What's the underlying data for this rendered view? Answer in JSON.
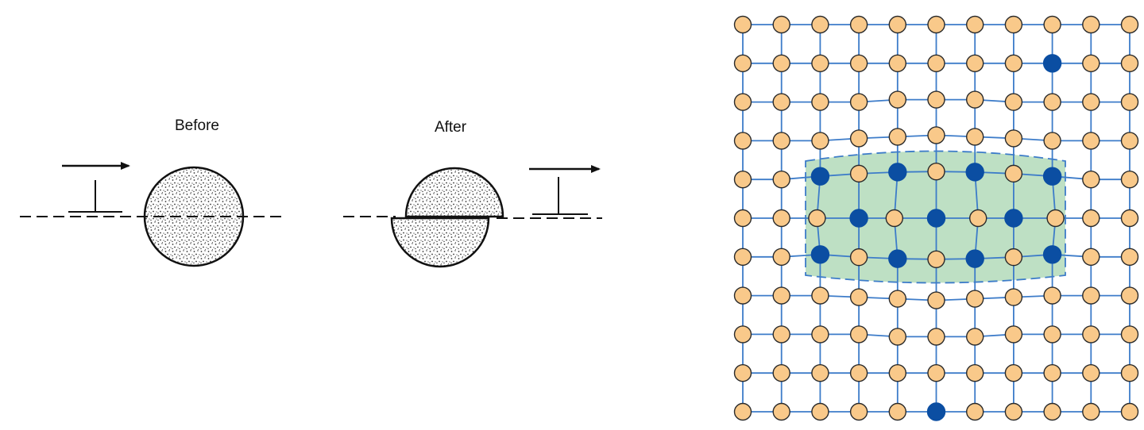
{
  "left_diagram": {
    "before_label": "Before",
    "after_label": "After"
  },
  "lattice": {
    "rows": 11,
    "cols": 11,
    "atom_color": "#f9c98a",
    "solute_color": "#0b4ea2",
    "bond_color": "#3d7cc9",
    "precipitate_color": "#a8d5b0",
    "solute_atoms": [
      [
        1,
        8
      ],
      [
        4,
        2
      ],
      [
        4,
        4
      ],
      [
        4,
        6
      ],
      [
        4,
        8
      ],
      [
        5,
        3
      ],
      [
        5,
        5
      ],
      [
        5,
        7
      ],
      [
        6,
        2
      ],
      [
        6,
        4
      ],
      [
        6,
        6
      ],
      [
        6,
        8
      ],
      [
        10,
        5
      ]
    ]
  }
}
